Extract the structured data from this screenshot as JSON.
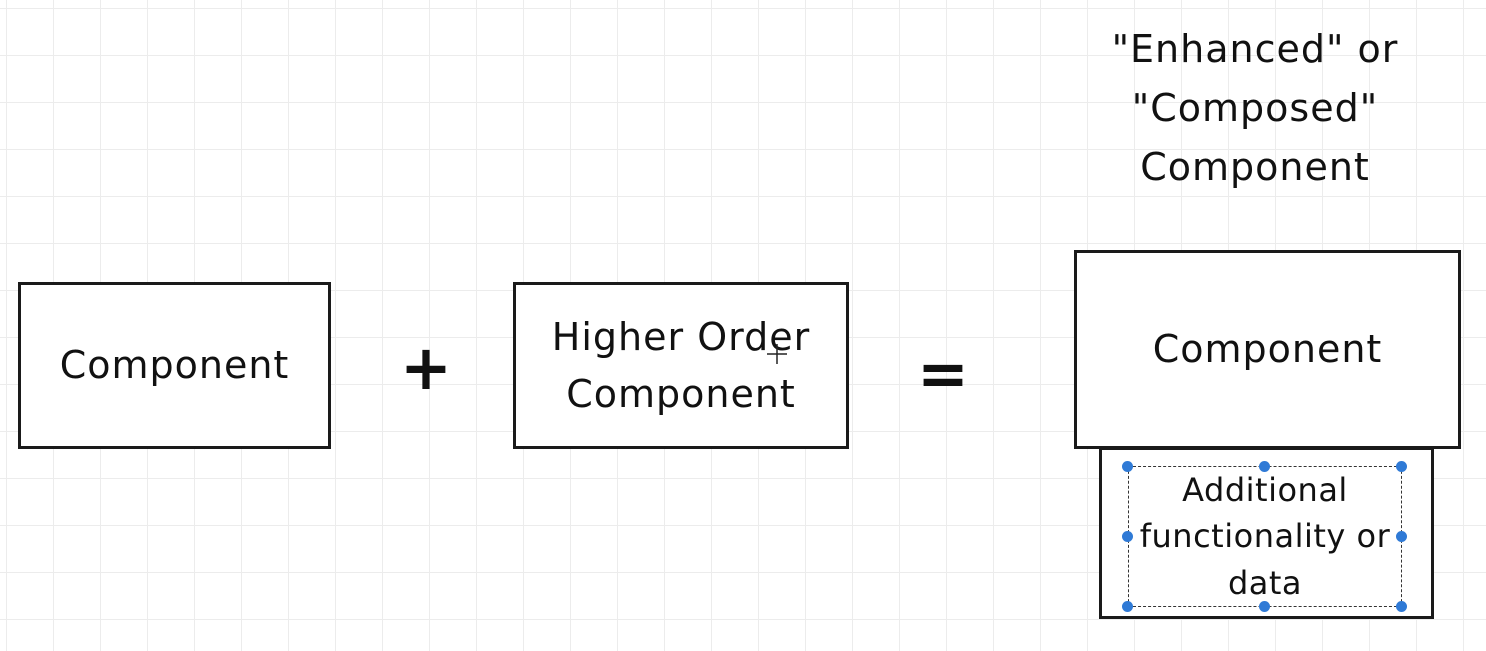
{
  "diagram": {
    "component_label": "Component",
    "plus_symbol": "+",
    "hoc_label": "Higher Order\nComponent",
    "equals_symbol": "=",
    "heading": "\"Enhanced\" or\n\"Composed\"\nComponent",
    "enhanced_label": "Component",
    "additional_label": "Additional\nfunctionality or\ndata"
  },
  "colors": {
    "stroke": "#1a1a1a",
    "grid": "#ececec",
    "selection_handle": "#2f7ad6"
  },
  "icons": {
    "cursor": "crosshair-cursor-icon"
  }
}
